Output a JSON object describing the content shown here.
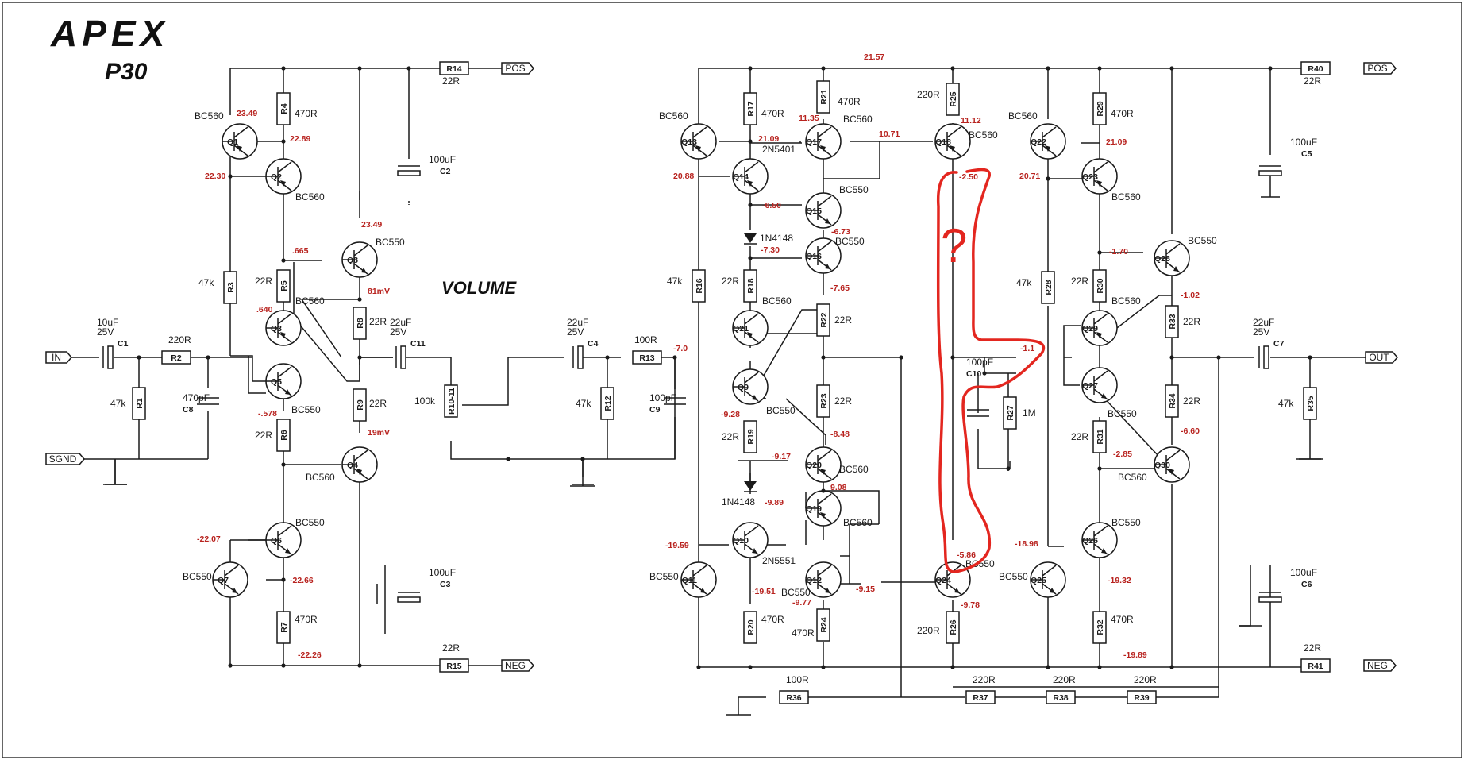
{
  "brand": "APEX",
  "model": "P30",
  "volume_label": "VOLUME",
  "question_mark": "?",
  "ports": [
    {
      "id": "pos_l",
      "label": "POS"
    },
    {
      "id": "neg_l",
      "label": "NEG"
    },
    {
      "id": "in",
      "label": "IN"
    },
    {
      "id": "sgnd",
      "label": "SGND"
    },
    {
      "id": "pos_r",
      "label": "POS"
    },
    {
      "id": "neg_r",
      "label": "NEG"
    },
    {
      "id": "out",
      "label": "OUT"
    }
  ],
  "transistors": [
    {
      "ref": "Q1",
      "type": "BC560"
    },
    {
      "ref": "Q2",
      "type": "BC560"
    },
    {
      "ref": "Q3",
      "type": "BC560"
    },
    {
      "ref": "Q4",
      "type": "BC560"
    },
    {
      "ref": "Q5",
      "type": "BC550"
    },
    {
      "ref": "Q6",
      "type": "BC550"
    },
    {
      "ref": "Q7",
      "type": "BC550"
    },
    {
      "ref": "Q8",
      "type": "BC550"
    },
    {
      "ref": "Q9",
      "type": "BC550"
    },
    {
      "ref": "Q10",
      "type": "2N5551"
    },
    {
      "ref": "Q11",
      "type": "BC550"
    },
    {
      "ref": "Q12",
      "type": "BC550"
    },
    {
      "ref": "Q13",
      "type": "BC560"
    },
    {
      "ref": "Q14",
      "type": "2N5401"
    },
    {
      "ref": "Q15",
      "type": "BC550"
    },
    {
      "ref": "Q16",
      "type": "BC550"
    },
    {
      "ref": "Q17",
      "type": "BC560"
    },
    {
      "ref": "Q18",
      "type": "BC560"
    },
    {
      "ref": "Q19",
      "type": "BC560"
    },
    {
      "ref": "Q20",
      "type": "BC560"
    },
    {
      "ref": "Q21",
      "type": "BC560"
    },
    {
      "ref": "Q22",
      "type": "BC560"
    },
    {
      "ref": "Q23",
      "type": "BC560"
    },
    {
      "ref": "Q24",
      "type": "BC550"
    },
    {
      "ref": "Q25",
      "type": "BC550"
    },
    {
      "ref": "Q26",
      "type": "BC550"
    },
    {
      "ref": "Q27",
      "type": "BC550"
    },
    {
      "ref": "Q28",
      "type": "BC550"
    },
    {
      "ref": "Q29",
      "type": "BC560"
    },
    {
      "ref": "Q30",
      "type": "BC560"
    }
  ],
  "resistors": [
    {
      "ref": "R1",
      "value": "47k"
    },
    {
      "ref": "R2",
      "value": "220R"
    },
    {
      "ref": "R3",
      "value": "47k"
    },
    {
      "ref": "R4",
      "value": "470R"
    },
    {
      "ref": "R5",
      "value": "22R"
    },
    {
      "ref": "R6",
      "value": "22R"
    },
    {
      "ref": "R7",
      "value": "470R"
    },
    {
      "ref": "R8",
      "value": "22R"
    },
    {
      "ref": "R9",
      "value": "22R"
    },
    {
      "ref": "R10-11",
      "value": "100k"
    },
    {
      "ref": "R12",
      "value": "47k"
    },
    {
      "ref": "R13",
      "value": "100R"
    },
    {
      "ref": "R14",
      "value": "22R"
    },
    {
      "ref": "R15",
      "value": "22R"
    },
    {
      "ref": "R16",
      "value": "47k"
    },
    {
      "ref": "R17",
      "value": "470R"
    },
    {
      "ref": "R18",
      "value": "22R"
    },
    {
      "ref": "R19",
      "value": "22R"
    },
    {
      "ref": "R20",
      "value": "470R"
    },
    {
      "ref": "R21",
      "value": "470R"
    },
    {
      "ref": "R22",
      "value": "22R"
    },
    {
      "ref": "R23",
      "value": "22R"
    },
    {
      "ref": "R24",
      "value": "470R"
    },
    {
      "ref": "R25",
      "value": "220R"
    },
    {
      "ref": "R26",
      "value": "220R"
    },
    {
      "ref": "R27",
      "value": "1M"
    },
    {
      "ref": "R28",
      "value": "47k"
    },
    {
      "ref": "R29",
      "value": "470R"
    },
    {
      "ref": "R30",
      "value": "22R"
    },
    {
      "ref": "R31",
      "value": "22R"
    },
    {
      "ref": "R32",
      "value": "470R"
    },
    {
      "ref": "R33",
      "value": "22R"
    },
    {
      "ref": "R34",
      "value": "22R"
    },
    {
      "ref": "R35",
      "value": "47k"
    },
    {
      "ref": "R36",
      "value": "100R"
    },
    {
      "ref": "R37",
      "value": "220R"
    },
    {
      "ref": "R38",
      "value": "220R"
    },
    {
      "ref": "R39",
      "value": "220R"
    },
    {
      "ref": "R40",
      "value": "22R"
    },
    {
      "ref": "R41",
      "value": "22R"
    }
  ],
  "capacitors": [
    {
      "ref": "C1",
      "value": "10uF",
      "voltage": "25V"
    },
    {
      "ref": "C2",
      "value": "100uF",
      "voltage": ""
    },
    {
      "ref": "C3",
      "value": "100uF",
      "voltage": ""
    },
    {
      "ref": "C4",
      "value": "22uF",
      "voltage": "25V"
    },
    {
      "ref": "C5",
      "value": "100uF",
      "voltage": ""
    },
    {
      "ref": "C6",
      "value": "100uF",
      "voltage": ""
    },
    {
      "ref": "C7",
      "value": "22uF",
      "voltage": "25V"
    },
    {
      "ref": "C8",
      "value": "470pF",
      "voltage": ""
    },
    {
      "ref": "C9",
      "value": "100pF",
      "voltage": ""
    },
    {
      "ref": "C10",
      "value": "100pF",
      "voltage": ""
    },
    {
      "ref": "C11",
      "value": "22uF",
      "voltage": "25V"
    }
  ],
  "diodes": [
    {
      "ref": "D1",
      "label": "1N4148"
    },
    {
      "ref": "D2",
      "label": "1N4148"
    }
  ],
  "voltages": [
    "23.49",
    "22.89",
    "22.30",
    "23.49",
    ".665",
    "81mV",
    ".640",
    "-.578",
    "19mV",
    "-22.07",
    "-22.66",
    "-22.26",
    "21.57",
    "21.09",
    "11.35",
    "10.71",
    "11.12",
    "20.88",
    "-6.50",
    "-6.73",
    "-7.30",
    "-7.65",
    "-7.0",
    "-9.28",
    "-8.48",
    "-9.17",
    "9.08",
    "-9.89",
    "-19.59",
    "-19.51",
    "-9.77",
    "-9.15",
    "-5.86",
    "-9.78",
    "-2.50",
    "-1.1",
    "21.09",
    "20.71",
    "-1.70",
    "-1.02",
    "-6.60",
    "-2.85",
    "-18.98",
    "-19.32",
    "-19.89"
  ]
}
